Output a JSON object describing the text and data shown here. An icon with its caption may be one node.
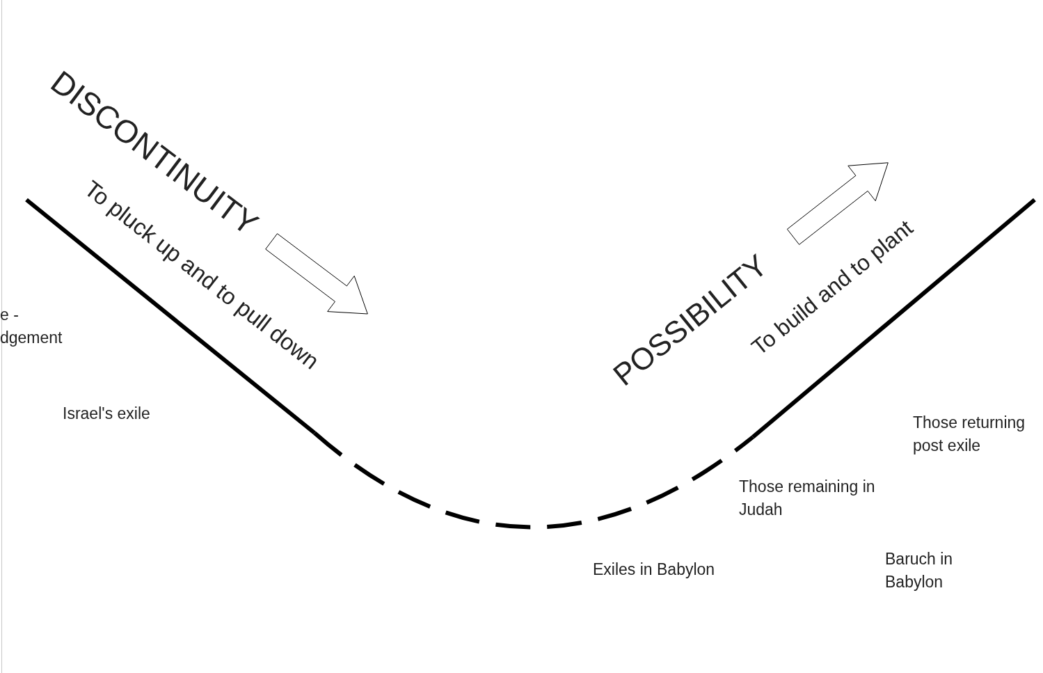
{
  "diagram": {
    "labels": [
      "DISCONTINUITY",
      "To pluck up and to pull down",
      "POSSIBILITY",
      "To build and to plant",
      "e - dgement",
      "Israel's exile",
      "Those returning post exile",
      "Those remaining in Judah",
      "Exiles in Babylon",
      "Baruch in Babylon"
    ]
  }
}
